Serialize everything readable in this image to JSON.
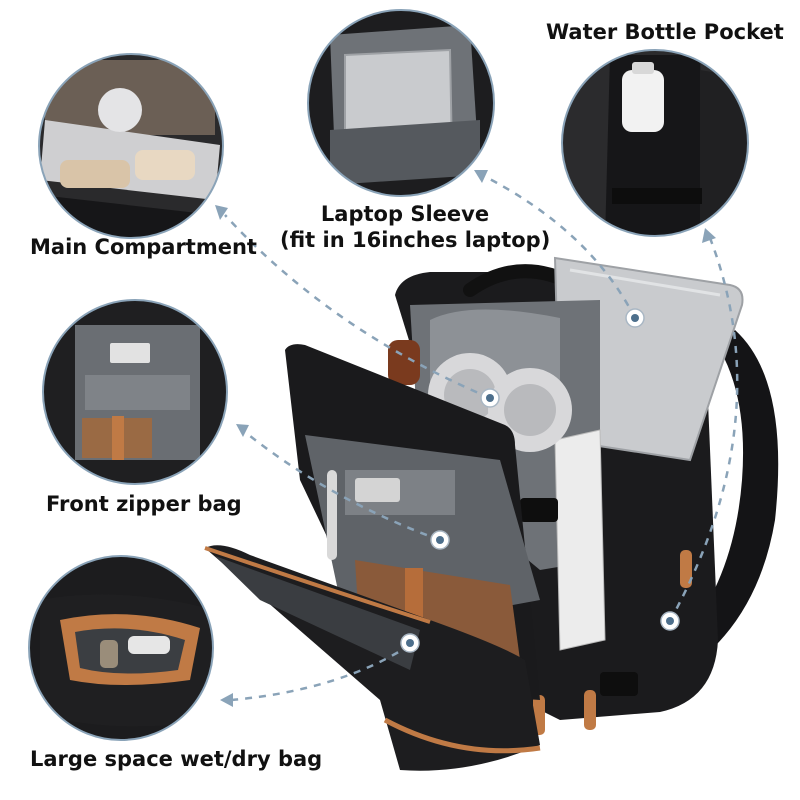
{
  "labels": {
    "water_bottle": "Water Bottle Pocket",
    "laptop_line1": "Laptop Sleeve",
    "laptop_line2": "(fit in 16inches laptop)",
    "main_compartment": "Main Compartment",
    "front_zipper": "Front zipper bag",
    "wet_dry": "Large space wet/dry bag"
  },
  "colors": {
    "bag_black": "#1a1a1c",
    "lining_grey": "#6e7277",
    "leather_tan": "#c07a45",
    "laptop_silver": "#c9cbce",
    "pointer_blue": "#8aa3b8",
    "marker_fill": "#ffffff"
  }
}
